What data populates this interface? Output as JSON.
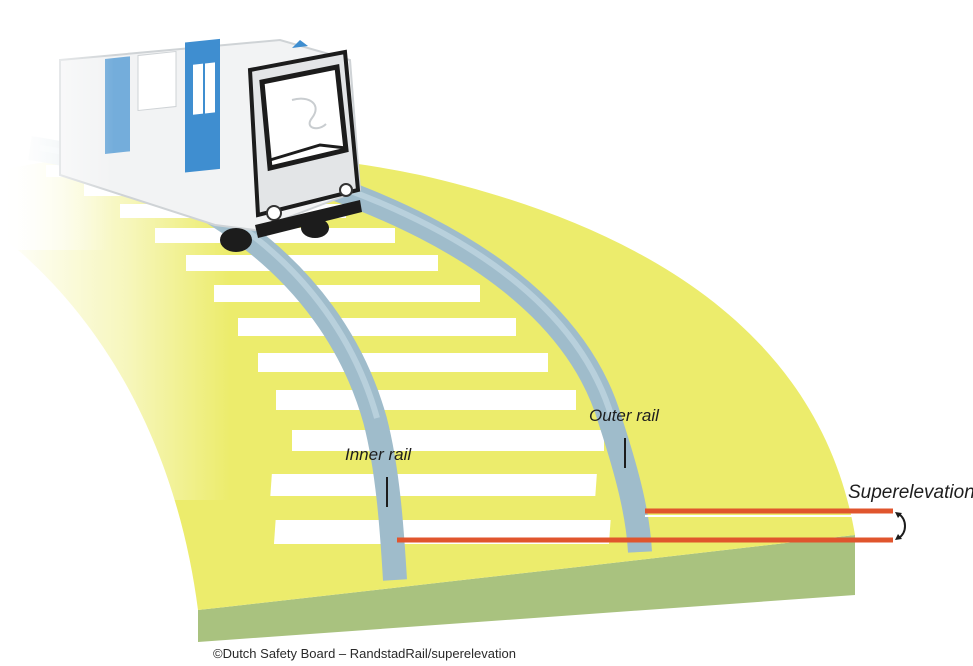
{
  "labels": {
    "inner_rail": "Inner rail",
    "outer_rail": "Outer rail",
    "superelevation": "Superelevation"
  },
  "credit": "©Dutch Safety Board – RandstadRail/superelevation",
  "colors": {
    "track_bed": "#ecec6c",
    "embankment_side": "#a9c27f",
    "sleeper": "#ffffff",
    "rail": "#9fbccb",
    "measure_line": "#e0552d",
    "tram_body": "#f2f3f4",
    "tram_doors": "#3f8ed0"
  }
}
